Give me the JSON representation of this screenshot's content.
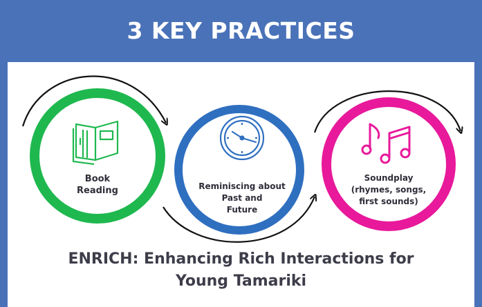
{
  "header": {
    "title": "3 KEY PRACTICES"
  },
  "practices": [
    {
      "icon": "book-icon",
      "color": "#1fb84f",
      "lines": [
        "Book",
        "Reading"
      ]
    },
    {
      "icon": "clock-icon",
      "color": "#2f6fc0",
      "lines": [
        "Reminiscing about",
        "Past and",
        "Future"
      ]
    },
    {
      "icon": "music-notes-icon",
      "color": "#e8199b",
      "lines": [
        "Soundplay",
        "(rhymes, songs,",
        "first sounds)"
      ]
    }
  ],
  "caption": {
    "line1": "ENRICH: Enhancing Rich Interactions for",
    "line2": "Young Tamariki"
  },
  "colors": {
    "header": "#4a72b8",
    "arrow": "#111111",
    "text": "#3d3d4a"
  }
}
